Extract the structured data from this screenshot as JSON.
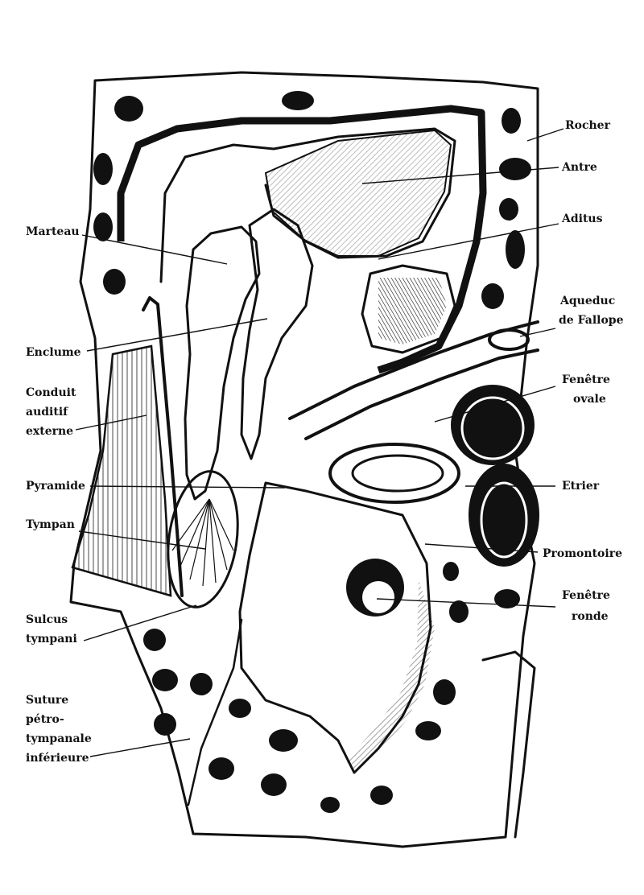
{
  "labels": {
    "rocher": "Rocher",
    "antre": "Antre",
    "aditus": "Aditus",
    "marteau": "Marteau",
    "aqueduc_1": "Aqueduc",
    "aqueduc_2": "de Fallope",
    "enclume": "Enclume",
    "fenetre_ovale_1": "Fenêtre",
    "fenetre_ovale_2": "ovale",
    "conduit_1": "Conduit",
    "conduit_2": "auditif",
    "conduit_3": "externe",
    "pyramide": "Pyramide",
    "etrier": "Etrier",
    "tympan": "Tympan",
    "promontoire": "Promontoire",
    "fenetre_ronde_1": "Fenêtre",
    "fenetre_ronde_2": "ronde",
    "sulcus_1": "Sulcus",
    "sulcus_2": "tympani",
    "suture_1": "Suture",
    "suture_2": "pétro-",
    "suture_3": "tympanale",
    "suture_4": "inférieure"
  }
}
